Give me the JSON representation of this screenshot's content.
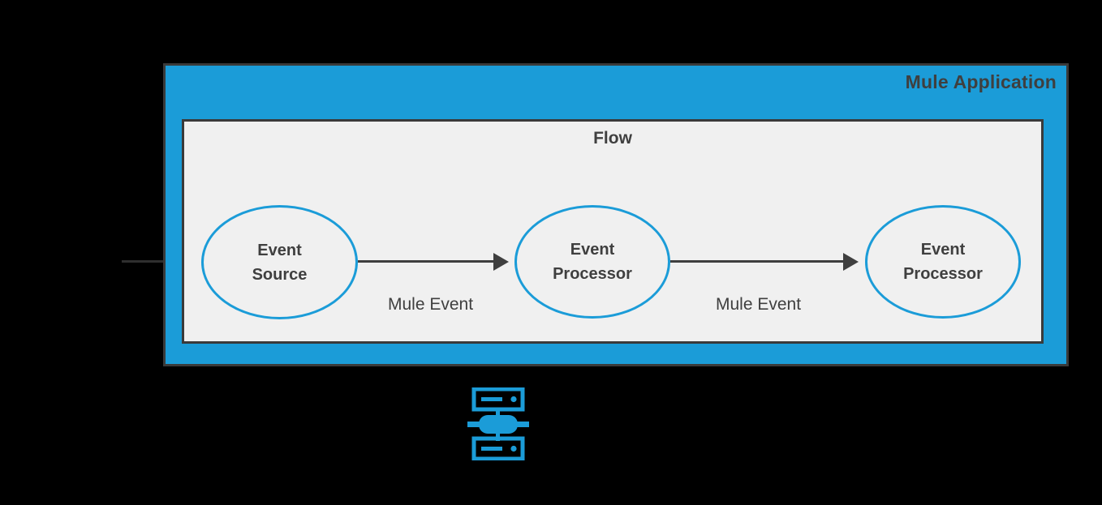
{
  "diagram": {
    "background_color": "#000000",
    "application": {
      "title": "Mule Application",
      "fill_color": "#1b9cd8",
      "border_color": "#3a3a3a"
    },
    "flow": {
      "title": "Flow",
      "fill_color": "#f0f0f0",
      "border_color": "#3a3a3a"
    },
    "nodes": [
      {
        "id": "event-source",
        "label": "Event\nSource",
        "stroke_color": "#1b9cd8",
        "fill_color": "#f0f0f0"
      },
      {
        "id": "event-processor-1",
        "label": "Event\nProcessor",
        "stroke_color": "#1b9cd8",
        "fill_color": "#f0f0f0"
      },
      {
        "id": "event-processor-2",
        "label": "Event\nProcessor",
        "stroke_color": "#1b9cd8",
        "fill_color": "#f0f0f0"
      }
    ],
    "connectors": [
      {
        "id": "inbound",
        "label": "",
        "color": "#3f3f3f"
      },
      {
        "id": "source-to-processor-1",
        "label": "Mule Event",
        "color": "#3f3f3f"
      },
      {
        "id": "processor-1-to-processor-2",
        "label": "Mule Event",
        "color": "#3f3f3f"
      }
    ],
    "runtime_icon": {
      "name": "mule-runtime-server-icon",
      "color": "#1b9cd8"
    },
    "text_color": "#3f3f3f"
  }
}
